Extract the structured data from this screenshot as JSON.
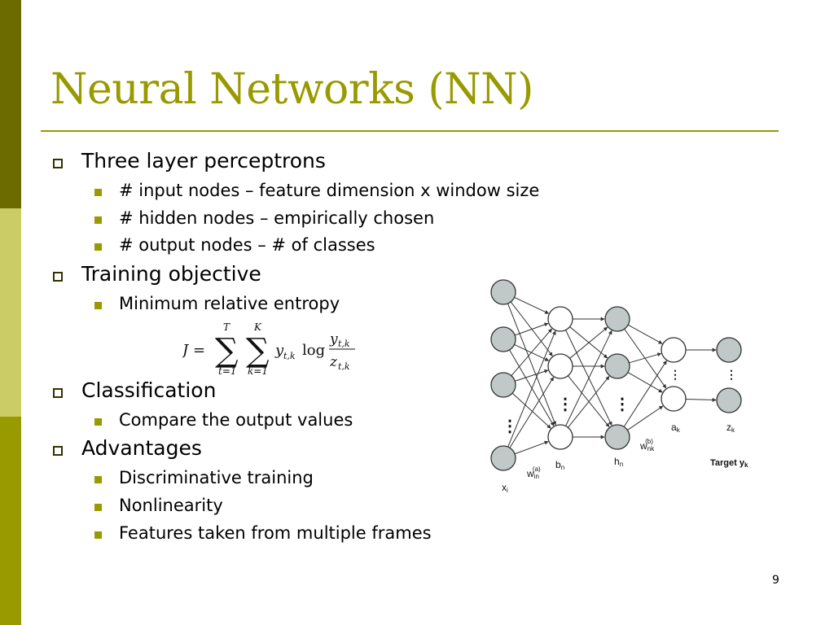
{
  "slide": {
    "title": "Neural Networks (NN)",
    "page_number": "9"
  },
  "sections": [
    {
      "label": "Three layer perceptrons",
      "items": [
        "# input nodes – feature dimension x window size",
        "# hidden nodes – empirically chosen",
        "# output nodes – # of classes"
      ]
    },
    {
      "label": "Training objective",
      "items": [
        "Minimum relative entropy"
      ]
    },
    {
      "label": "Classification",
      "items": [
        "Compare the output values"
      ]
    },
    {
      "label": "Advantages",
      "items": [
        "Discriminative training",
        "Nonlinearity",
        "Features taken from multiple frames"
      ]
    }
  ],
  "formula": {
    "lhs": "J =",
    "sum1_upper": "T",
    "sum1_lower": "t=1",
    "sum2_upper": "K",
    "sum2_lower": "k=1",
    "term": "y",
    "term_sub": "t,k",
    "log": "log",
    "num": "y",
    "num_sub": "t,k",
    "den": "z",
    "den_sub": "t,k"
  },
  "diagram": {
    "label_x": "x",
    "label_x_sub": "i",
    "label_w1": "w",
    "label_w1_sub": "in",
    "label_w1_sup": "(a)",
    "label_b": "b",
    "label_b_sub": "n",
    "label_h": "h",
    "label_h_sub": "n",
    "label_w2": "w",
    "label_w2_sub": "nk",
    "label_w2_sup": "(b)",
    "label_a": "a",
    "label_a_sub": "k",
    "label_z": "z",
    "label_z_sub": "k",
    "label_target": "Target y",
    "label_target_sub": "k",
    "colors": {
      "filled": "#c0c8c8",
      "open": "#ffffff",
      "stroke": "#333333"
    }
  }
}
